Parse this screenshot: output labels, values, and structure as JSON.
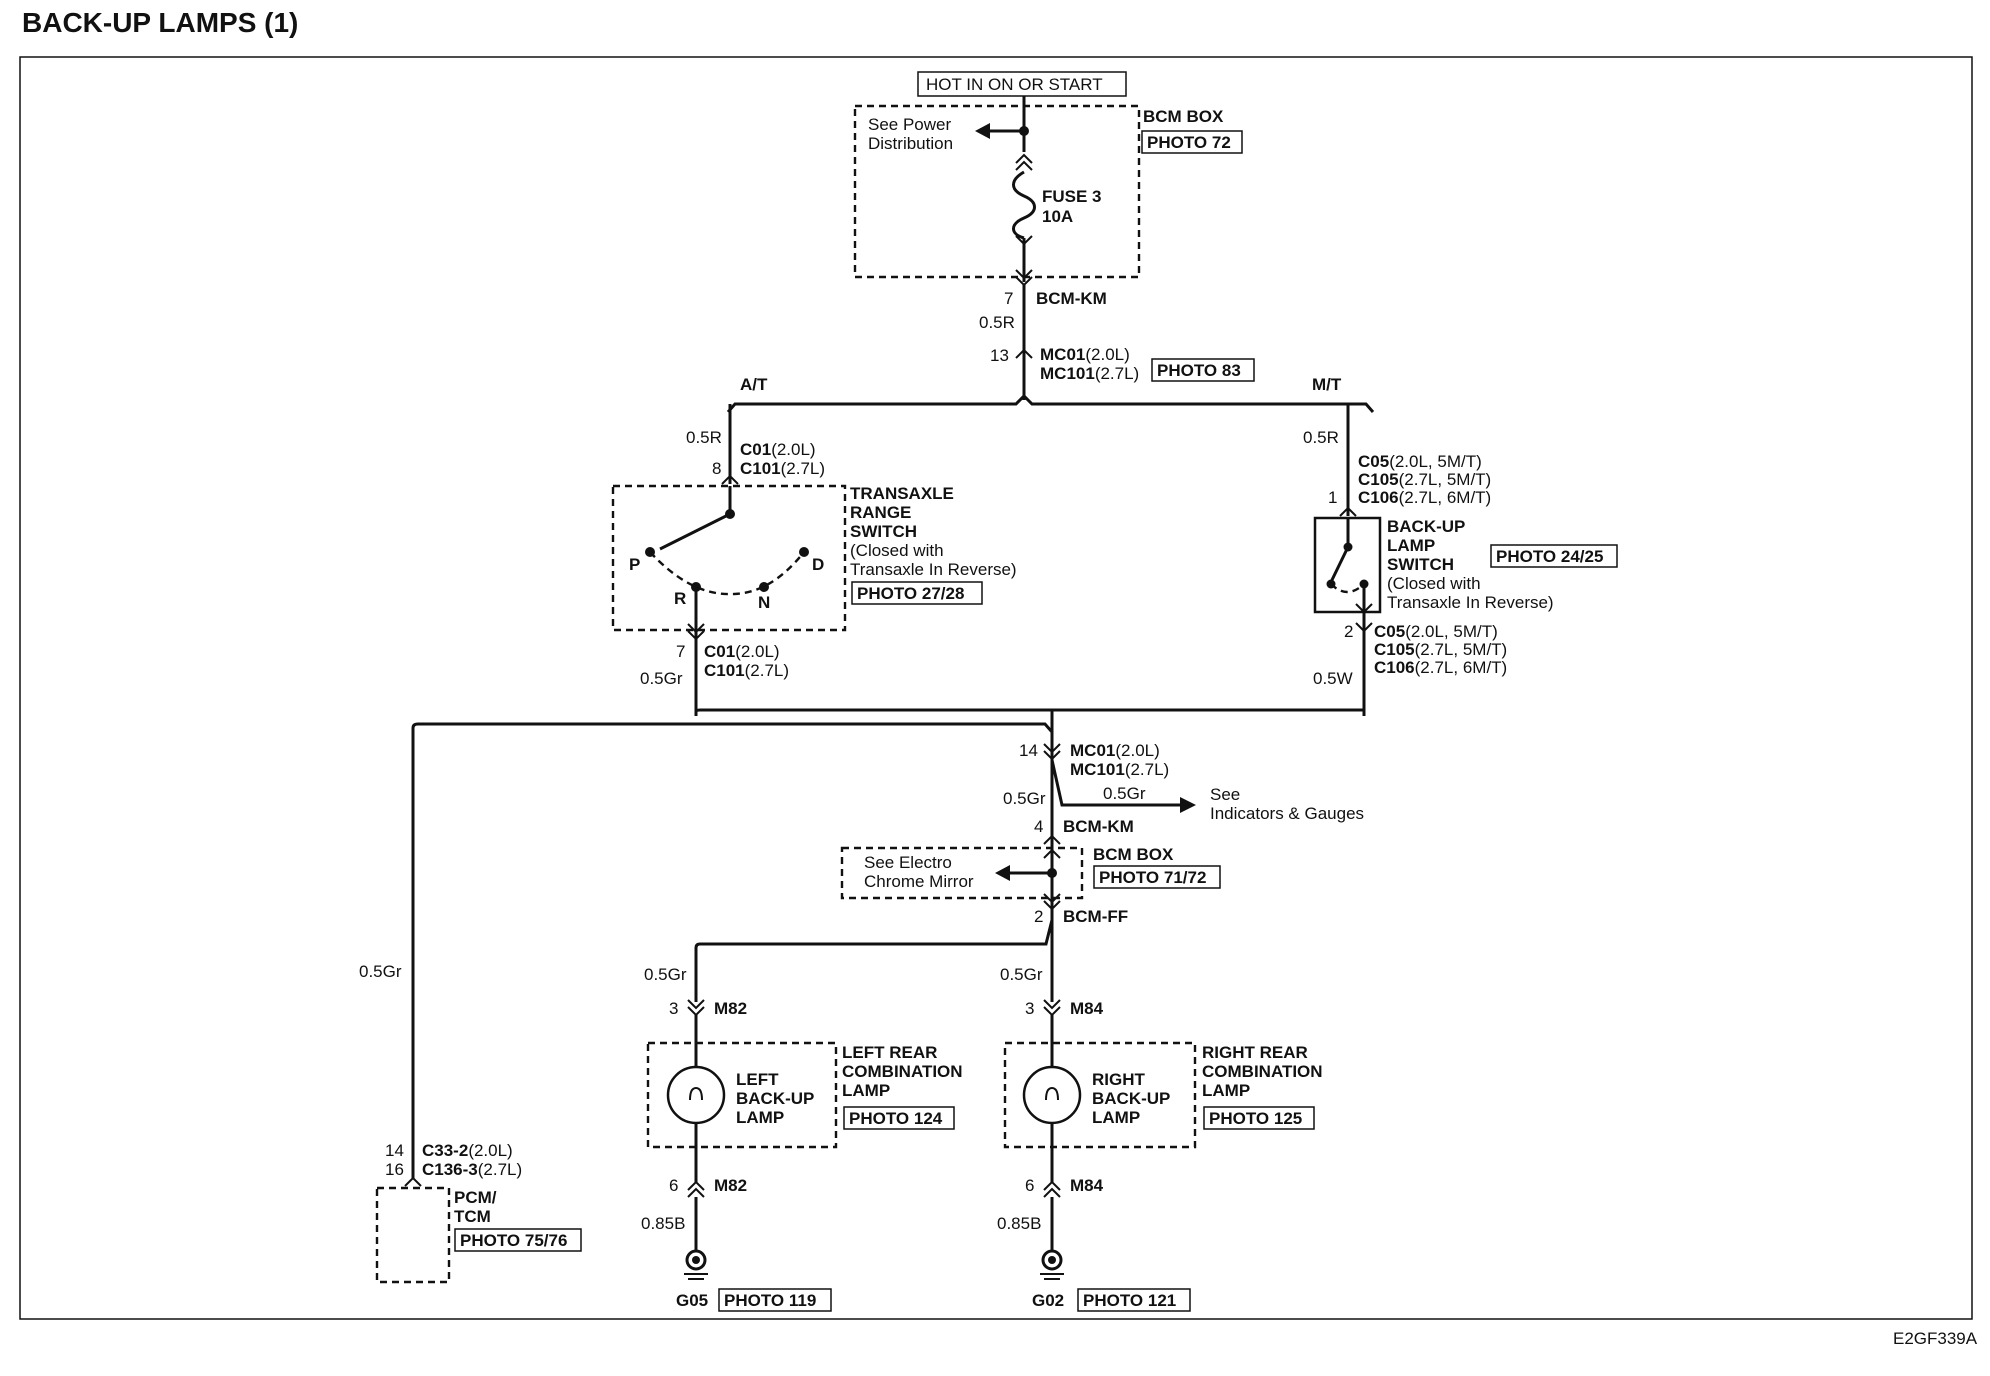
{
  "title": "BACK-UP LAMPS (1)",
  "diagram_id": "E2GF339A",
  "hot": "HOT IN ON OR START",
  "bcm_top": {
    "label": "BCM BOX",
    "photo": "PHOTO 72",
    "see1": "See Power",
    "see2": "Distribution",
    "fuse1": "FUSE 3",
    "fuse2": "10A",
    "pin": "7",
    "conn": "BCM-KM"
  },
  "wire_05R": "0.5R",
  "mc_top": {
    "pin": "13",
    "l1": "MC01",
    "l1s": "(2.0L)",
    "l2": "MC101",
    "l2s": "(2.7L)",
    "photo": "PHOTO 83"
  },
  "at": "A/T",
  "mt": "M/T",
  "trs": {
    "pin_top": "8",
    "c1": "C01",
    "c1s": "(2.0L)",
    "c2": "C101",
    "c2s": "(2.7L)",
    "name1": "TRANSAXLE",
    "name2": "RANGE",
    "name3": "SWITCH",
    "note1": "(Closed with",
    "note2": "Transaxle In Reverse)",
    "photo": "PHOTO 27/28",
    "p": "P",
    "r": "R",
    "n": "N",
    "d": "D",
    "pin_bot": "7",
    "wire_bot": "0.5Gr"
  },
  "bls": {
    "pin_top": "1",
    "c1": "C05",
    "c1s": "(2.0L, 5M/T)",
    "c2": "C105",
    "c2s": "(2.7L, 5M/T)",
    "c3": "C106",
    "c3s": "(2.7L, 6M/T)",
    "name1": "BACK-UP",
    "name2": "LAMP",
    "name3": "SWITCH",
    "note1": "(Closed with",
    "note2": "Transaxle In Reverse)",
    "photo": "PHOTO 24/25",
    "pin_bot": "2",
    "wire_bot": "0.5W"
  },
  "mc_mid": {
    "pin": "14",
    "l1": "MC01",
    "l1s": "(2.0L)",
    "l2": "MC101",
    "l2s": "(2.7L)"
  },
  "wire_05Gr": "0.5Gr",
  "indicators": {
    "see": "See",
    "target": "Indicators & Gauges"
  },
  "bcm_mid": {
    "pin_km": "4",
    "km": "BCM-KM",
    "label": "BCM BOX",
    "photo": "PHOTO 71/72",
    "see1": "See Electro",
    "see2": "Chrome Mirror",
    "pin_ff": "2",
    "ff": "BCM-FF"
  },
  "left_lamp": {
    "pin_top": "3",
    "conn": "M82",
    "lamp1": "LEFT",
    "lamp2": "BACK-UP",
    "lamp3": "LAMP",
    "asm1": "LEFT REAR",
    "asm2": "COMBINATION",
    "asm3": "LAMP",
    "photo": "PHOTO 124",
    "pin_bot": "6",
    "wire_bot": "0.85B",
    "ground": "G05",
    "gphoto": "PHOTO 119"
  },
  "right_lamp": {
    "pin_top": "3",
    "conn": "M84",
    "lamp1": "RIGHT",
    "lamp2": "BACK-UP",
    "lamp3": "LAMP",
    "asm1": "RIGHT REAR",
    "asm2": "COMBINATION",
    "asm3": "LAMP",
    "photo": "PHOTO 125",
    "pin_bot": "6",
    "wire_bot": "0.85B",
    "ground": "G02",
    "gphoto": "PHOTO 121"
  },
  "pcm": {
    "pin1": "14",
    "pin2": "16",
    "c1": "C33-2",
    "c1s": "(2.0L)",
    "c2": "C136-3",
    "c2s": "(2.7L)",
    "name1": "PCM/",
    "name2": "TCM",
    "photo": "PHOTO 75/76"
  }
}
